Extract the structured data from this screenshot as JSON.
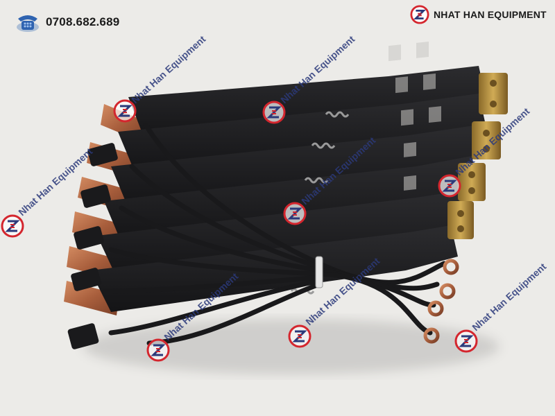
{
  "header": {
    "phone": "0708.682.689",
    "phone_icon": "telephone-icon",
    "brand_name": "NHAT HAN EQUIPMENT",
    "brand_logo": "nhat-han-logo-icon"
  },
  "watermark": {
    "text": "Nhat Han Equipment",
    "icon": "nhat-han-logo-icon"
  },
  "colors": {
    "background": "#ecebe8",
    "logo_red": "#d4262e",
    "logo_blue": "#2b3a7a",
    "housing_black": "#1d1d1f",
    "copper": "#b06a45",
    "brass": "#b8903e"
  }
}
